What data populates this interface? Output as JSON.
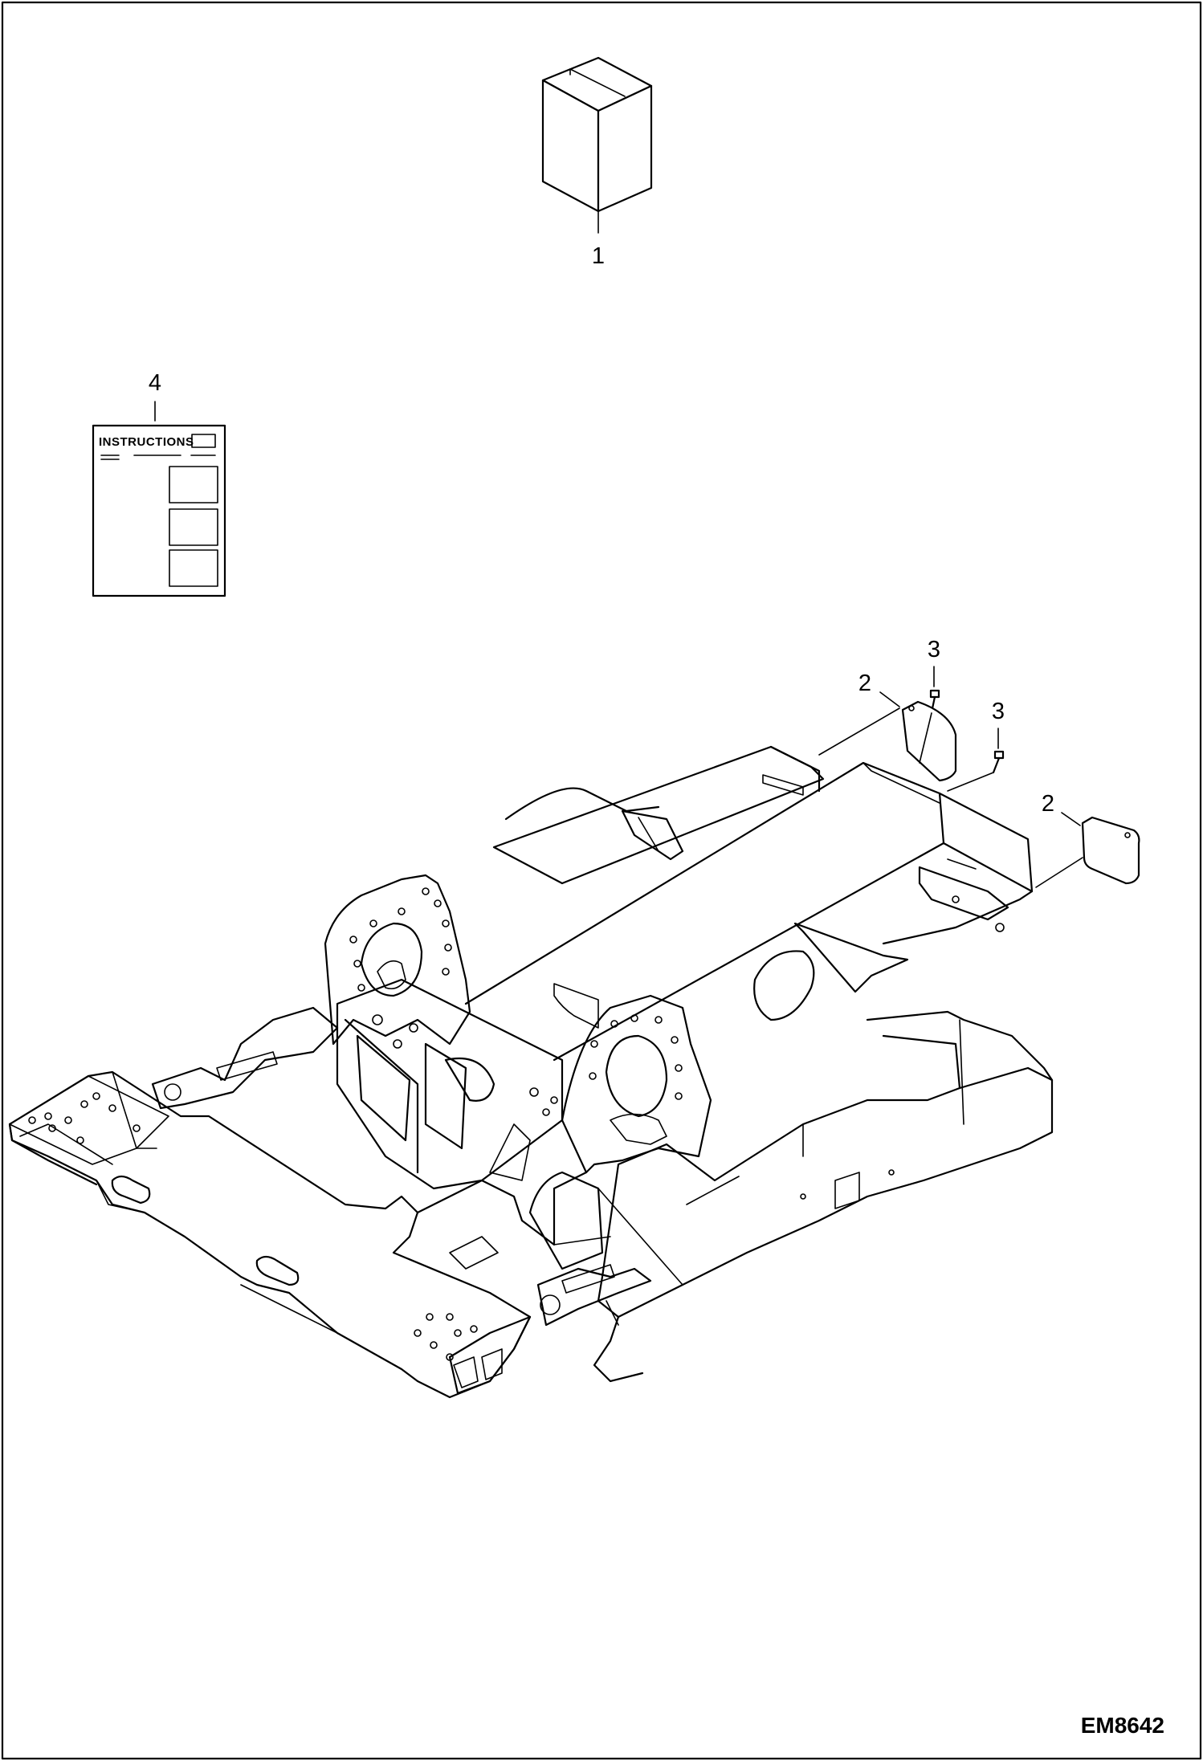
{
  "diagram": {
    "reference_code": "EM8642",
    "callouts": [
      {
        "id": "1",
        "label": "1",
        "part": "kit-box"
      },
      {
        "id": "2a",
        "label": "2",
        "part": "cover-plate-upper"
      },
      {
        "id": "2b",
        "label": "2",
        "part": "cover-plate-lower"
      },
      {
        "id": "3a",
        "label": "3",
        "part": "bolt-upper"
      },
      {
        "id": "3b",
        "label": "3",
        "part": "bolt-lower"
      },
      {
        "id": "4",
        "label": "4",
        "part": "instruction-sheet"
      }
    ],
    "instruction_sheet": {
      "heading": "INSTRUCTIONS"
    }
  }
}
